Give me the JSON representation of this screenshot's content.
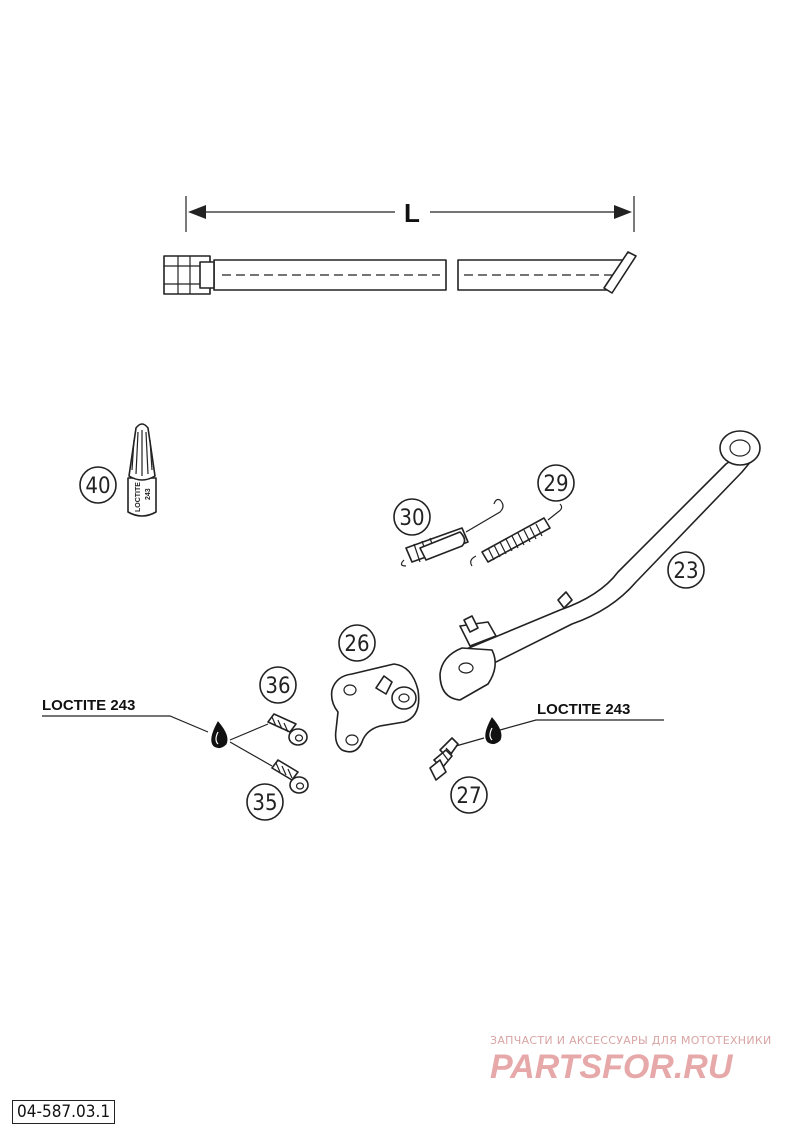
{
  "dimension": {
    "letter": "L"
  },
  "callouts": {
    "p23": "23",
    "p26": "26",
    "p27": "27",
    "p29": "29",
    "p30": "30",
    "p35": "35",
    "p36": "36",
    "p40": "40"
  },
  "loctite_labels": {
    "left": "LOCTITE 243",
    "right": "LOCTITE 243"
  },
  "tube_print": {
    "line1": "LOCTITE",
    "line2": "243"
  },
  "watermark": {
    "small": "ЗАПЧАСТИ И АКСЕССУАРЫ ДЛЯ МОТОТЕХНИКИ",
    "big": "PARTSFOR.RU"
  },
  "drawing_code": "04-587.03.1"
}
